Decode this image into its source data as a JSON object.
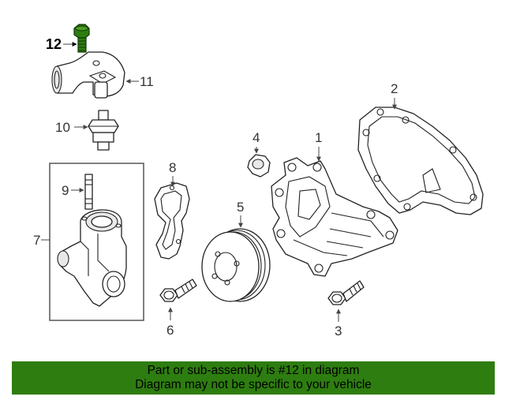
{
  "callouts": {
    "c1": "1",
    "c2": "2",
    "c3": "3",
    "c4": "4",
    "c5": "5",
    "c6": "6",
    "c7": "7",
    "c8": "8",
    "c9": "9",
    "c10": "10",
    "c11": "11",
    "c12": "12"
  },
  "highlight_color": "#2e7d10",
  "banner": {
    "line1": "Part or sub-assembly is #12 in diagram",
    "line2": "Diagram may not be specific to your vehicle"
  }
}
